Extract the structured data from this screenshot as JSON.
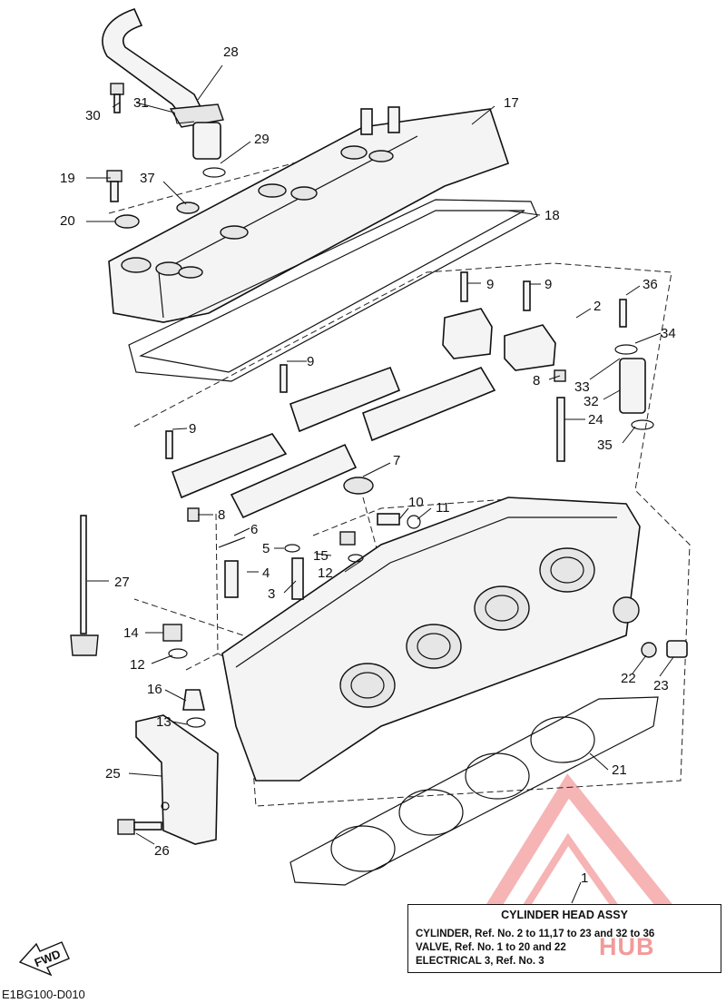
{
  "callouts": [
    "28",
    "30",
    "31",
    "29",
    "17",
    "19",
    "37",
    "20",
    "18",
    "9",
    "9",
    "2",
    "36",
    "34",
    "9",
    "8",
    "33",
    "32",
    "9",
    "24",
    "35",
    "7",
    "8",
    "6",
    "10",
    "11",
    "5",
    "15",
    "12",
    "4",
    "3",
    "27",
    "14",
    "12",
    "16",
    "13",
    "22",
    "23",
    "25",
    "21",
    "26",
    "1"
  ],
  "legend": {
    "title": "CYLINDER HEAD ASSY",
    "lines": [
      "CYLINDER,  Ref. No. 2 to 11,17 to 23 and 32 to 36",
      "VALVE,  Ref. No. 1 to 20 and 22",
      "ELECTRICAL 3,  Ref. No. 3"
    ]
  },
  "fwd_label": "FWD",
  "drawing_code": "E1BG100-D010",
  "watermark_text": "HUB",
  "colors": {
    "ink": "#111111",
    "watermark": "#ef7878"
  }
}
